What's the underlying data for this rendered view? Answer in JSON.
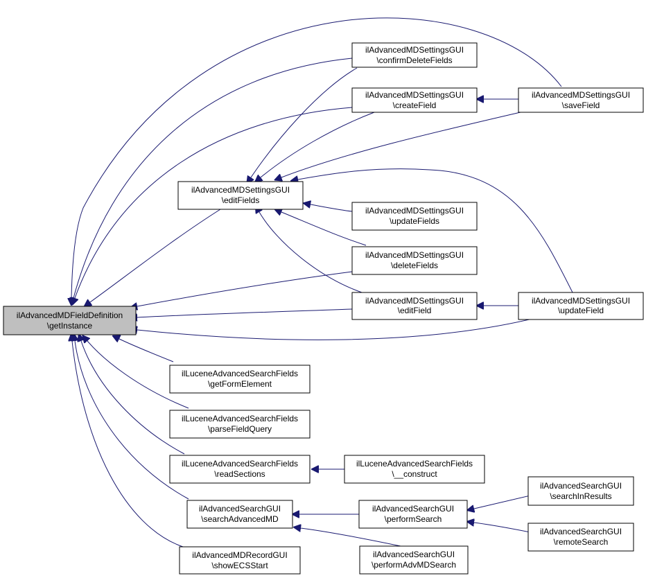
{
  "colors": {
    "edge": "#191970",
    "root_fill": "#bfbfbf",
    "node_fill": "#ffffff",
    "node_border": "#000000"
  },
  "nodes": {
    "root": {
      "line1": "ilAdvancedMDFieldDefinition",
      "line2": "\\getInstance"
    },
    "confirm_delete_fields": {
      "line1": "ilAdvancedMDSettingsGUI",
      "line2": "\\confirmDeleteFields"
    },
    "create_field": {
      "line1": "ilAdvancedMDSettingsGUI",
      "line2": "\\createField"
    },
    "save_field": {
      "line1": "ilAdvancedMDSettingsGUI",
      "line2": "\\saveField"
    },
    "edit_fields": {
      "line1": "ilAdvancedMDSettingsGUI",
      "line2": "\\editFields"
    },
    "update_fields": {
      "line1": "ilAdvancedMDSettingsGUI",
      "line2": "\\updateFields"
    },
    "delete_fields": {
      "line1": "ilAdvancedMDSettingsGUI",
      "line2": "\\deleteFields"
    },
    "edit_field": {
      "line1": "ilAdvancedMDSettingsGUI",
      "line2": "\\editField"
    },
    "update_field": {
      "line1": "ilAdvancedMDSettingsGUI",
      "line2": "\\updateField"
    },
    "get_form_element": {
      "line1": "ilLuceneAdvancedSearchFields",
      "line2": "\\getFormElement"
    },
    "parse_field_query": {
      "line1": "ilLuceneAdvancedSearchFields",
      "line2": "\\parseFieldQuery"
    },
    "read_sections": {
      "line1": "ilLuceneAdvancedSearchFields",
      "line2": "\\readSections"
    },
    "construct": {
      "line1": "ilLuceneAdvancedSearchFields",
      "line2": "\\__construct"
    },
    "search_advanced_md": {
      "line1": "ilAdvancedSearchGUI",
      "line2": "\\searchAdvancedMD"
    },
    "perform_search": {
      "line1": "ilAdvancedSearchGUI",
      "line2": "\\performSearch"
    },
    "search_in_results": {
      "line1": "ilAdvancedSearchGUI",
      "line2": "\\searchInResults"
    },
    "remote_search": {
      "line1": "ilAdvancedSearchGUI",
      "line2": "\\remoteSearch"
    },
    "perform_adv_md_search": {
      "line1": "ilAdvancedSearchGUI",
      "line2": "\\performAdvMDSearch"
    },
    "show_ecs_start": {
      "line1": "ilAdvancedMDRecordGUI",
      "line2": "\\showECSStart"
    }
  }
}
